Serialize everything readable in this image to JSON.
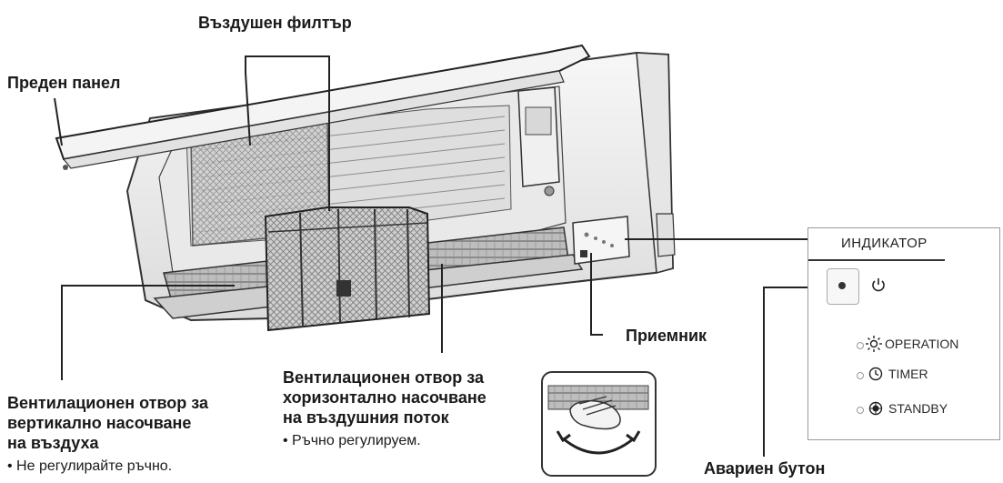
{
  "labels": {
    "air_filter": "Въздушен филтър",
    "front_panel": "Преден панел",
    "receiver": "Приемник",
    "vertical_vent": {
      "line1": "Вентилационен отвор за",
      "line2": "вертикално насочване",
      "line3": "на въздуха",
      "note": "• Не регулирайте ръчно."
    },
    "horizontal_vent": {
      "line1": "Вентилационен отвор за",
      "line2": "хоризонтално насочване",
      "line3": "на въздушния поток",
      "note": "• Ръчно  регулируем."
    },
    "emergency_button": "Авариен бутон"
  },
  "indicator_panel": {
    "title": "ИНДИКАТОР",
    "items": [
      "OPERATION",
      "TIMER",
      "STANDBY"
    ],
    "power_icon": "power-icon",
    "item_icons": [
      "sun-icon",
      "clock-icon",
      "standby-icon"
    ]
  },
  "colors": {
    "ink": "#1a1a1a",
    "line": "#222222",
    "unit_body": "#f2f2f2",
    "filter_mesh": "#6a6a6a"
  }
}
